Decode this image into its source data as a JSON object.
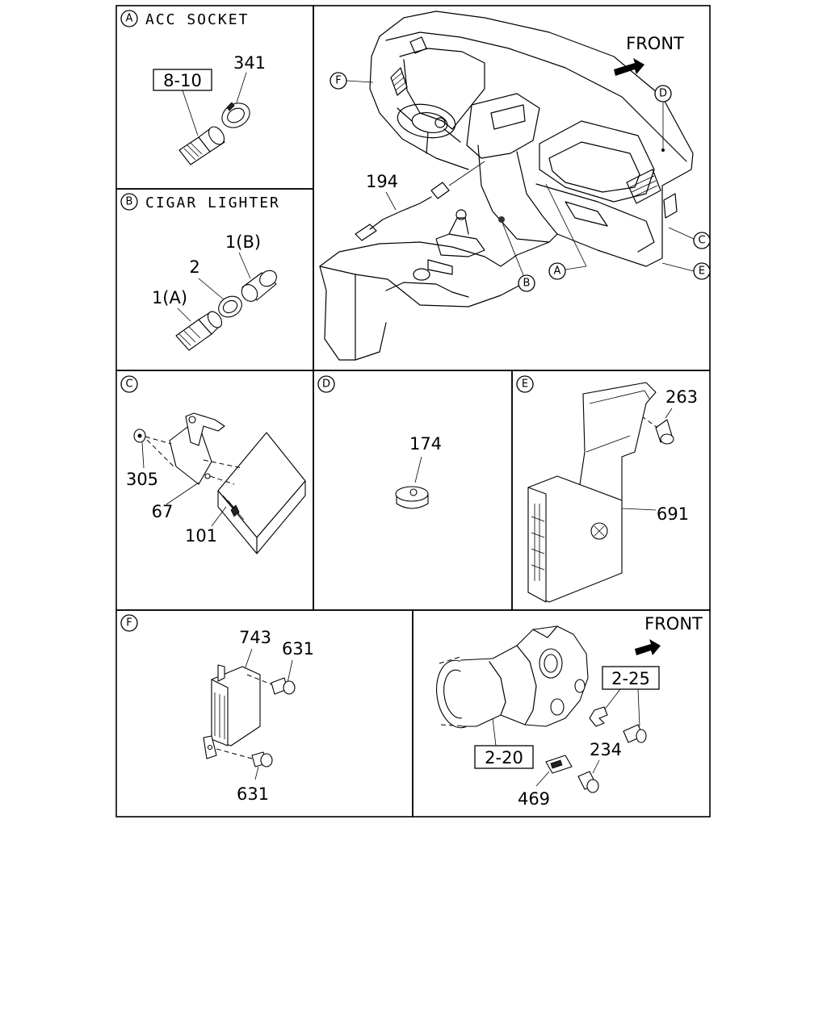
{
  "panels": {
    "a": {
      "marker": "A",
      "title": "ACC SOCKET",
      "ref_box": "8-10",
      "parts": [
        "341"
      ]
    },
    "b": {
      "marker": "B",
      "title": "CIGAR LIGHTER",
      "parts": [
        "1(B)",
        "2",
        "1(A)"
      ]
    },
    "main": {
      "front_label": "FRONT",
      "part": "194",
      "callouts": [
        "F",
        "D",
        "C",
        "E",
        "B",
        "A"
      ]
    },
    "c": {
      "marker": "C",
      "parts": [
        "305",
        "67",
        "101"
      ]
    },
    "d": {
      "marker": "D",
      "parts": [
        "174"
      ]
    },
    "e": {
      "marker": "E",
      "parts": [
        "263",
        "691"
      ]
    },
    "f": {
      "marker": "F",
      "parts": [
        "743",
        "631",
        "631"
      ]
    },
    "g": {
      "front_label": "FRONT",
      "ref_box_1": "2-25",
      "ref_box_2": "2-20",
      "parts": [
        "234",
        "469"
      ]
    }
  }
}
